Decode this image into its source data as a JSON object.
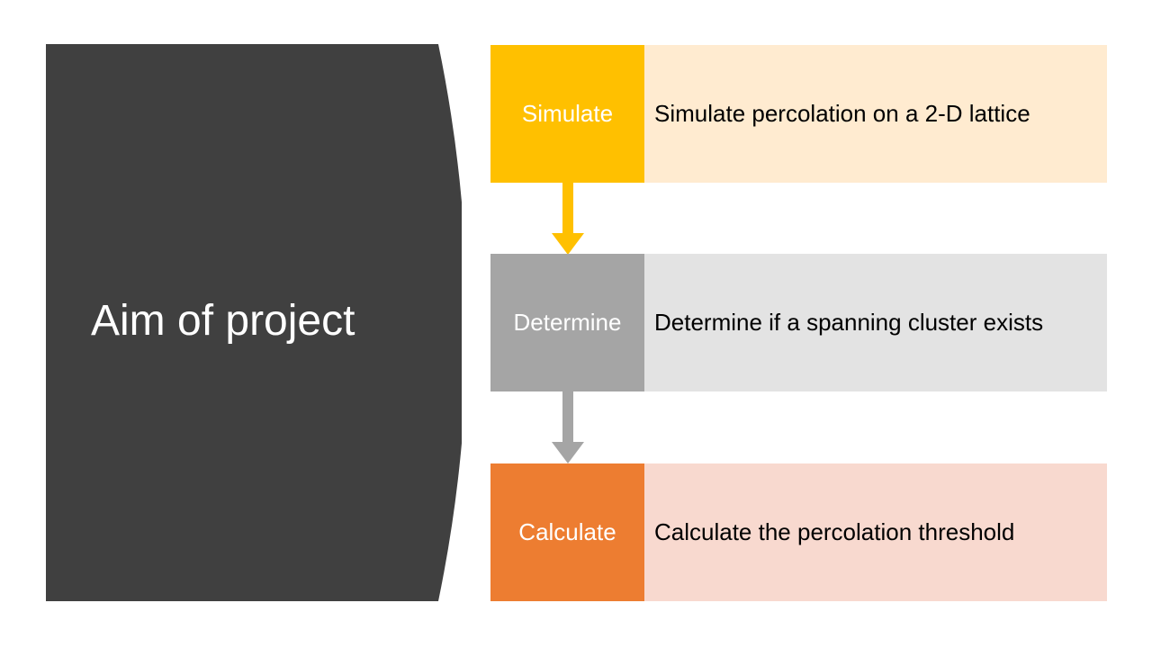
{
  "title": "Aim of project",
  "colors": {
    "panel": "#404040",
    "simulate_accent": "#FFC000",
    "simulate_bg": "#FFEBD0",
    "determine_accent": "#A5A5A5",
    "determine_bg": "#E3E3E3",
    "calculate_accent": "#ED7D31",
    "calculate_bg": "#F8D9CF"
  },
  "steps": [
    {
      "label": "Simulate",
      "description": "Simulate percolation on a 2-D lattice"
    },
    {
      "label": "Determine",
      "description": "Determine if a spanning cluster exists"
    },
    {
      "label": "Calculate",
      "description": "Calculate the percolation threshold"
    }
  ]
}
